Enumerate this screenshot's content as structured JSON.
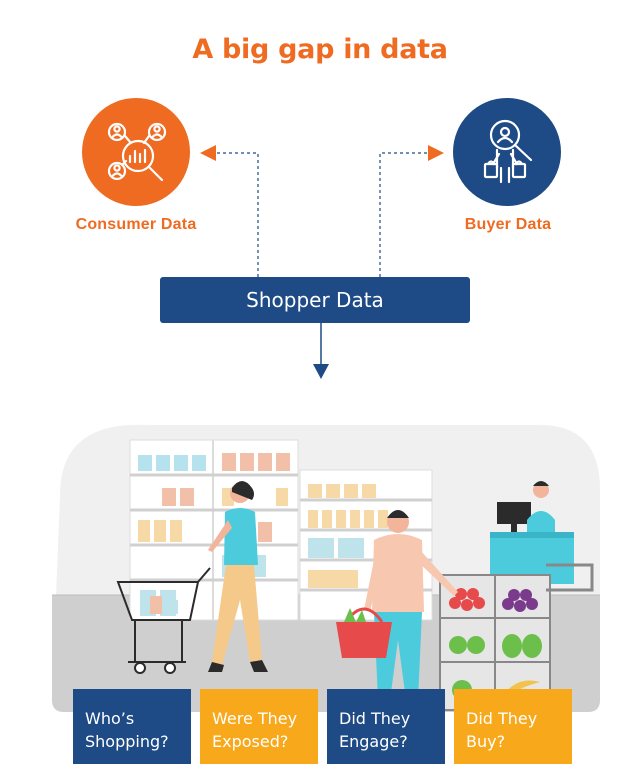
{
  "title": "A big gap in data",
  "consumer": {
    "label": "Consumer Data",
    "icon": "people-analytics-icon",
    "color": "#ef6b22"
  },
  "buyer": {
    "label": "Buyer Data",
    "icon": "shopper-search-icon",
    "color": "#1e4a85"
  },
  "shopper": {
    "label": "Shopper Data"
  },
  "questions": [
    {
      "line1": "Who’s",
      "line2": "Shopping?",
      "color": "#1e4a85"
    },
    {
      "line1": "Were They",
      "line2": "Exposed?",
      "color": "#f7a81b"
    },
    {
      "line1": "Did They",
      "line2": "Engage?",
      "color": "#1e4a85"
    },
    {
      "line1": "Did They",
      "line2": "Buy?",
      "color": "#f7a81b"
    }
  ]
}
